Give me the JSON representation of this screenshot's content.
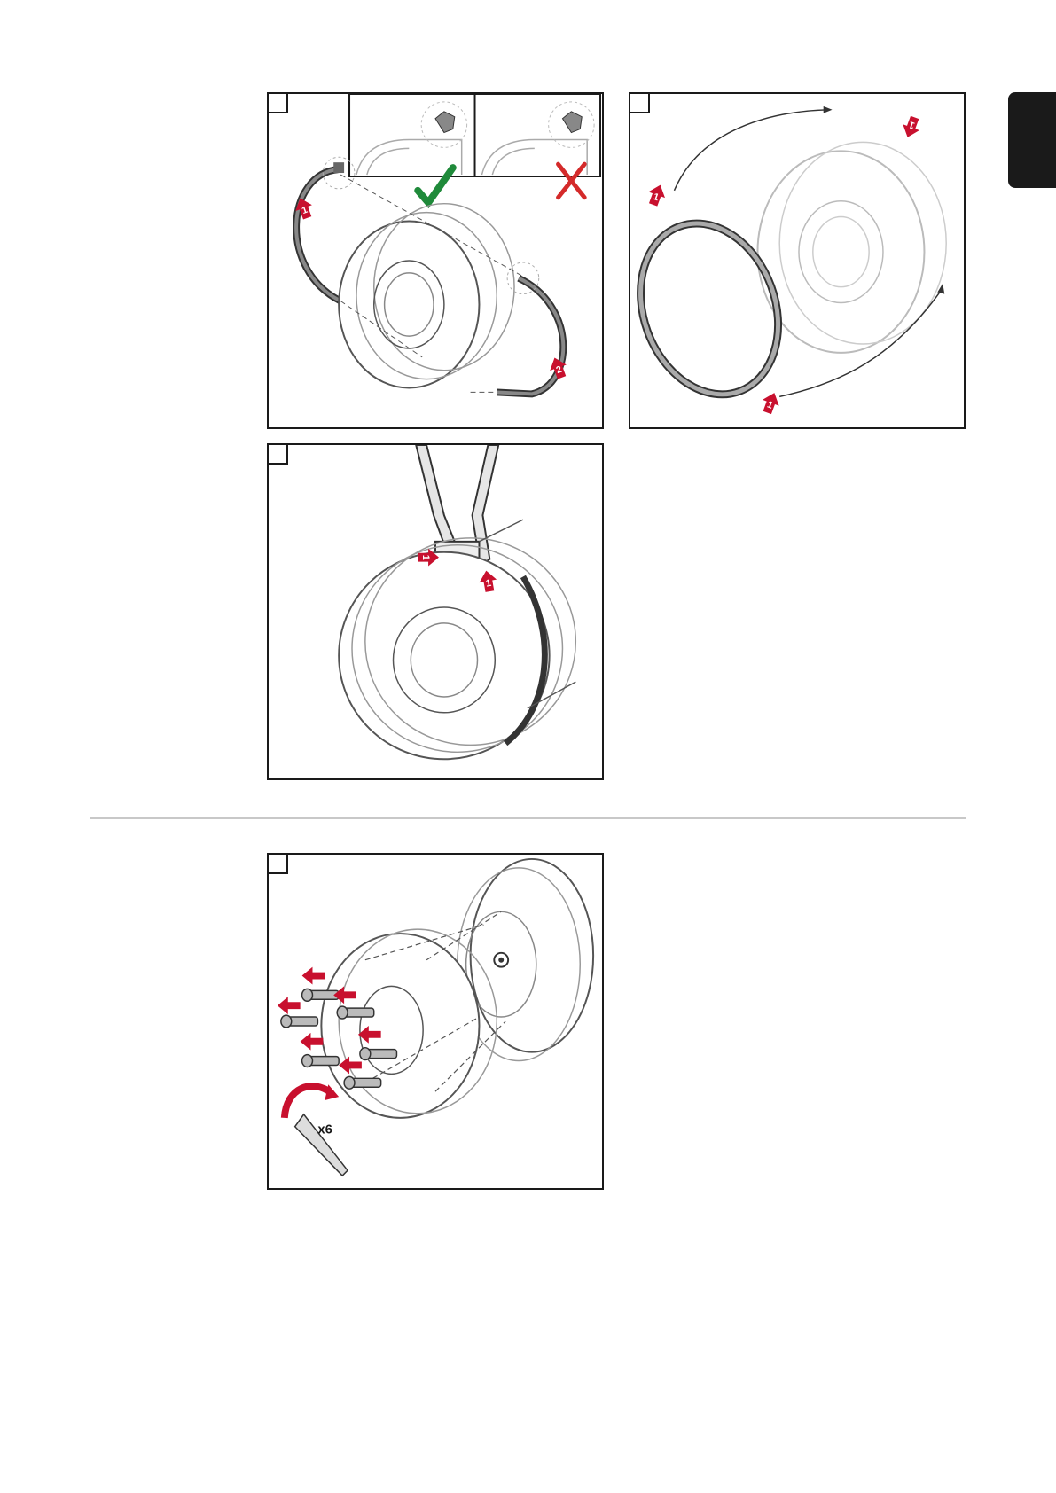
{
  "page": {
    "side_tab_color": "#1a1a1a",
    "accent_arrow_color": "#c8102e",
    "check_color": "#1f8a3a",
    "cross_color": "#d42a2a"
  },
  "panel1": {
    "arrow_1_label": "1",
    "arrow_2_label": "2"
  },
  "panel2": {
    "arrow_1a_label": "1",
    "arrow_1b_label": "1",
    "arrow_1c_label": "1"
  },
  "panel3": {
    "arrow_1a_label": "1",
    "arrow_1b_label": "1"
  },
  "panel4": {
    "count_label": "x6"
  }
}
